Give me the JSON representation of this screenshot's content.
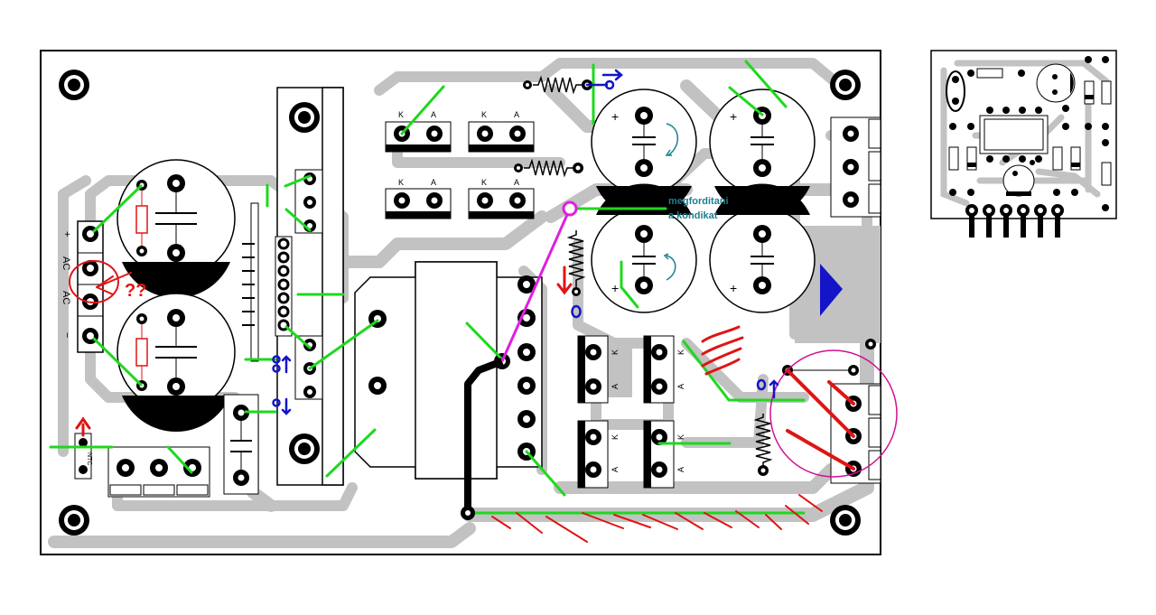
{
  "annotations": {
    "note_line1": "megforditani",
    "note_line2": "a kondikat",
    "question": "??"
  },
  "board_labels": {
    "plus": "+",
    "ac1": "AC",
    "ac2": "AC",
    "minus": "−",
    "ntc": "NTC",
    "cap_plus": "+",
    "anode": "A",
    "cathode": "K"
  },
  "colors": {
    "track": "#c2c2c2",
    "green_wire": "#1ed81e",
    "red_mark": "#e01414",
    "blue_mark": "#1414c8",
    "magenta": "#e01ee0",
    "teal_text": "#1a7f8f"
  }
}
